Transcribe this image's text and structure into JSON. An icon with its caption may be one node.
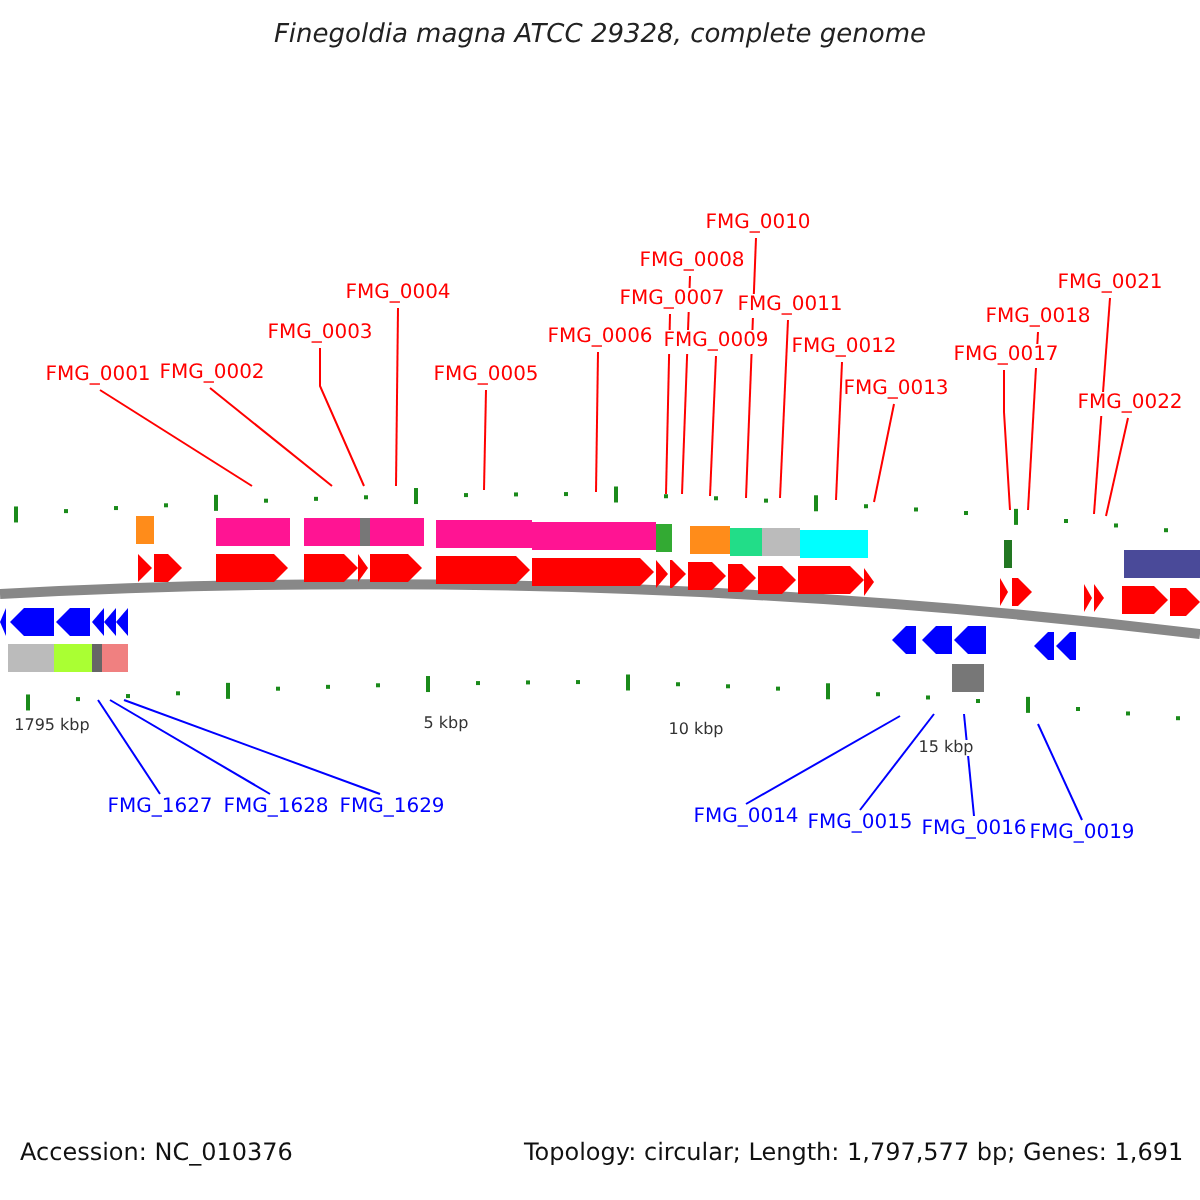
{
  "diagram": {
    "title": "Finegoldia magna ATCC 29328, complete genome",
    "nodes": [
      {
        "text": [
          "FMG_0001"
        ]
      },
      {
        "text": [
          "FMG_0002"
        ]
      },
      {
        "text": [
          "FMG_0003"
        ]
      },
      {
        "text": [
          "FMG_0004"
        ]
      },
      {
        "text": [
          "FMG_0005"
        ]
      },
      {
        "text": [
          "FMG_0006"
        ]
      },
      {
        "text": [
          "FMG_0007"
        ]
      },
      {
        "text": [
          "FMG_0008"
        ]
      },
      {
        "text": [
          "FMG_0009"
        ]
      },
      {
        "text": [
          "FMG_0010"
        ]
      },
      {
        "text": [
          "FMG_0011"
        ]
      },
      {
        "text": [
          "FMG_0012"
        ]
      },
      {
        "text": [
          "FMG_0013"
        ]
      },
      {
        "text": [
          "FMG_0017"
        ]
      },
      {
        "text": [
          "FMG_0018"
        ]
      },
      {
        "text": [
          "FMG_0021"
        ]
      },
      {
        "text": [
          "FMG_0022"
        ]
      },
      {
        "text": [
          "FMG_1627"
        ]
      },
      {
        "text": [
          "FMG_1628"
        ]
      },
      {
        "text": [
          "FMG_1629"
        ]
      },
      {
        "text": [
          "FMG_0014"
        ]
      },
      {
        "text": [
          "FMG_0015"
        ]
      },
      {
        "text": [
          "FMG_0016"
        ]
      },
      {
        "text": [
          "FMG_0019"
        ]
      }
    ],
    "edges": [
      {
        "from": 0,
        "to": null,
        "arrow": "none"
      },
      {
        "from": 1,
        "to": null,
        "arrow": "none"
      },
      {
        "from": 2,
        "to": null,
        "arrow": "none"
      },
      {
        "from": 3,
        "to": null,
        "arrow": "none"
      },
      {
        "from": 4,
        "to": null,
        "arrow": "none"
      },
      {
        "from": 5,
        "to": null,
        "arrow": "none"
      },
      {
        "from": 6,
        "to": null,
        "arrow": "none"
      },
      {
        "from": 7,
        "to": null,
        "arrow": "none"
      },
      {
        "from": 8,
        "to": null,
        "arrow": "none"
      },
      {
        "from": 9,
        "to": null,
        "arrow": "none"
      },
      {
        "from": 10,
        "to": null,
        "arrow": "none"
      },
      {
        "from": 11,
        "to": null,
        "arrow": "none"
      },
      {
        "from": 12,
        "to": null,
        "arrow": "none"
      },
      {
        "from": 13,
        "to": null,
        "arrow": "none"
      },
      {
        "from": 14,
        "to": null,
        "arrow": "none"
      },
      {
        "from": 15,
        "to": null,
        "arrow": "none"
      },
      {
        "from": 16,
        "to": null,
        "arrow": "none"
      },
      {
        "from": 17,
        "to": null,
        "arrow": "none",
        "color": "#0000ff"
      },
      {
        "from": 18,
        "to": null,
        "arrow": "none",
        "color": "#0000ff"
      },
      {
        "from": 19,
        "to": null,
        "arrow": "none",
        "color": "#0000ff"
      },
      {
        "from": 20,
        "to": null,
        "arrow": "none",
        "color": "#0000ff"
      },
      {
        "from": 21,
        "to": null,
        "arrow": "none",
        "color": "#0000ff"
      },
      {
        "from": 22,
        "to": null,
        "arrow": "none",
        "color": "#0000ff"
      },
      {
        "from": 23,
        "to": null,
        "arrow": "none",
        "color": "#0000ff"
      }
    ],
    "labels": [
      "1795 kbp",
      "5 kbp",
      "10 kbp",
      "15 kbp",
      "Accession: NC_010376",
      "Topology: circular; Length: 1,797,577 bp; Genes: 1,691"
    ]
  }
}
